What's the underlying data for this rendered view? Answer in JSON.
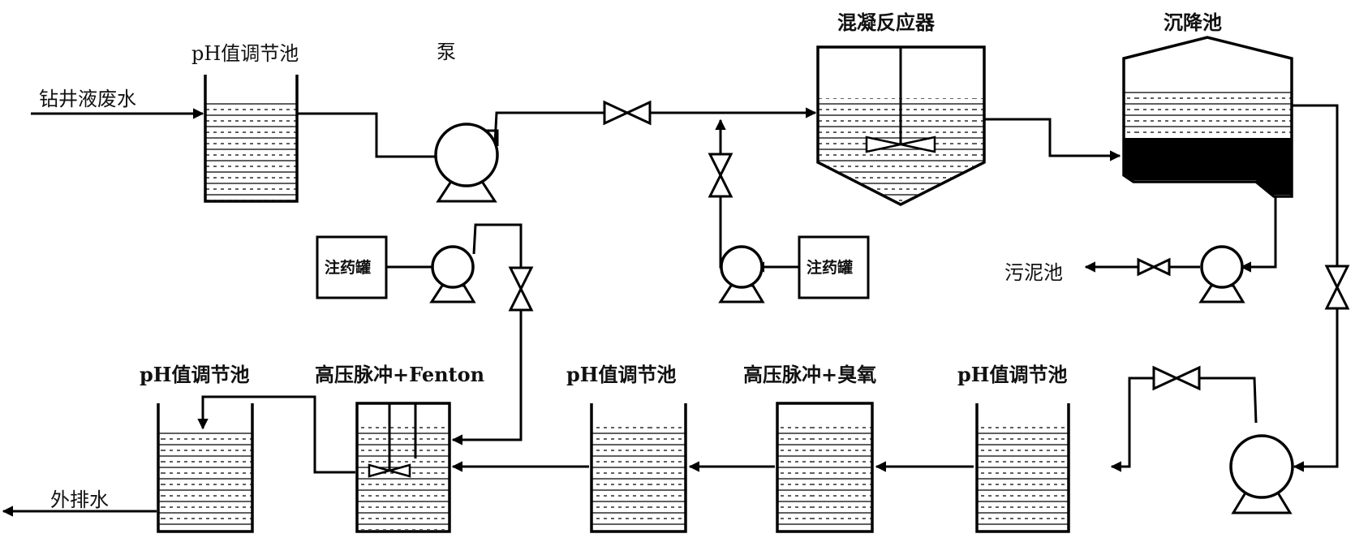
{
  "labels": {
    "inlet": "钻井液废水",
    "ph_tank_1": "pH值调节池",
    "pump_main": "泵",
    "coag_reactor": "混凝反应器",
    "settling_tank": "沉降池",
    "dosing_tank_left": "注药罐",
    "dosing_tank_right": "注药罐",
    "sludge_tank": "污泥池",
    "ph_tank_final": "pH值调节池",
    "hv_pulse_fenton": "高压脉冲+Fenton",
    "ph_tank_mid": "pH值调节池",
    "hv_pulse_ozone": "高压脉冲+臭氧",
    "ph_tank_right": "pH值调节池",
    "outlet": "外排水"
  },
  "colors": {
    "line": "#000000",
    "background": "#ffffff"
  }
}
